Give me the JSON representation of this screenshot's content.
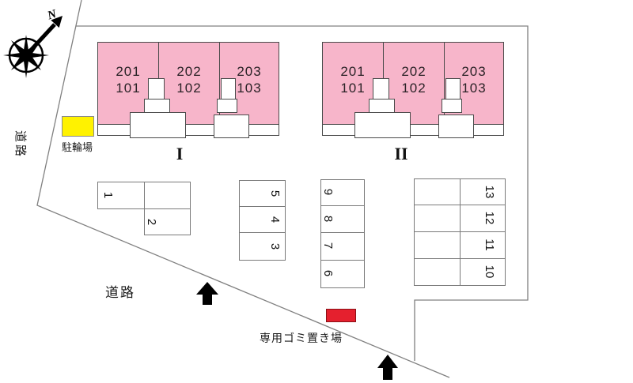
{
  "map": {
    "north_label": "N",
    "road_left_label": "道路",
    "road_bottom_label": "道路",
    "bike_parking_label": "駐輪場",
    "garbage_area_label": "専用ゴミ置き場"
  },
  "buildings": [
    {
      "name": "I",
      "units": [
        {
          "upper": "201",
          "lower": "101"
        },
        {
          "upper": "202",
          "lower": "102"
        },
        {
          "upper": "203",
          "lower": "103"
        }
      ]
    },
    {
      "name": "II",
      "units": [
        {
          "upper": "201",
          "lower": "101"
        },
        {
          "upper": "202",
          "lower": "102"
        },
        {
          "upper": "203",
          "lower": "103"
        }
      ]
    }
  ],
  "parking": {
    "left_area": {
      "labels": [
        "1",
        "2"
      ]
    },
    "column_a": {
      "labels": [
        "5",
        "4",
        "3"
      ]
    },
    "column_b": {
      "labels": [
        "9",
        "8",
        "7",
        "6"
      ]
    },
    "right_area": {
      "labels": [
        "13",
        "12",
        "11",
        "10"
      ]
    }
  },
  "colors": {
    "unit_fill": "#f7b5ca",
    "bike_parking_fill": "#fff200",
    "garbage_fill": "#e5202e",
    "boundary_line": "#808080"
  }
}
